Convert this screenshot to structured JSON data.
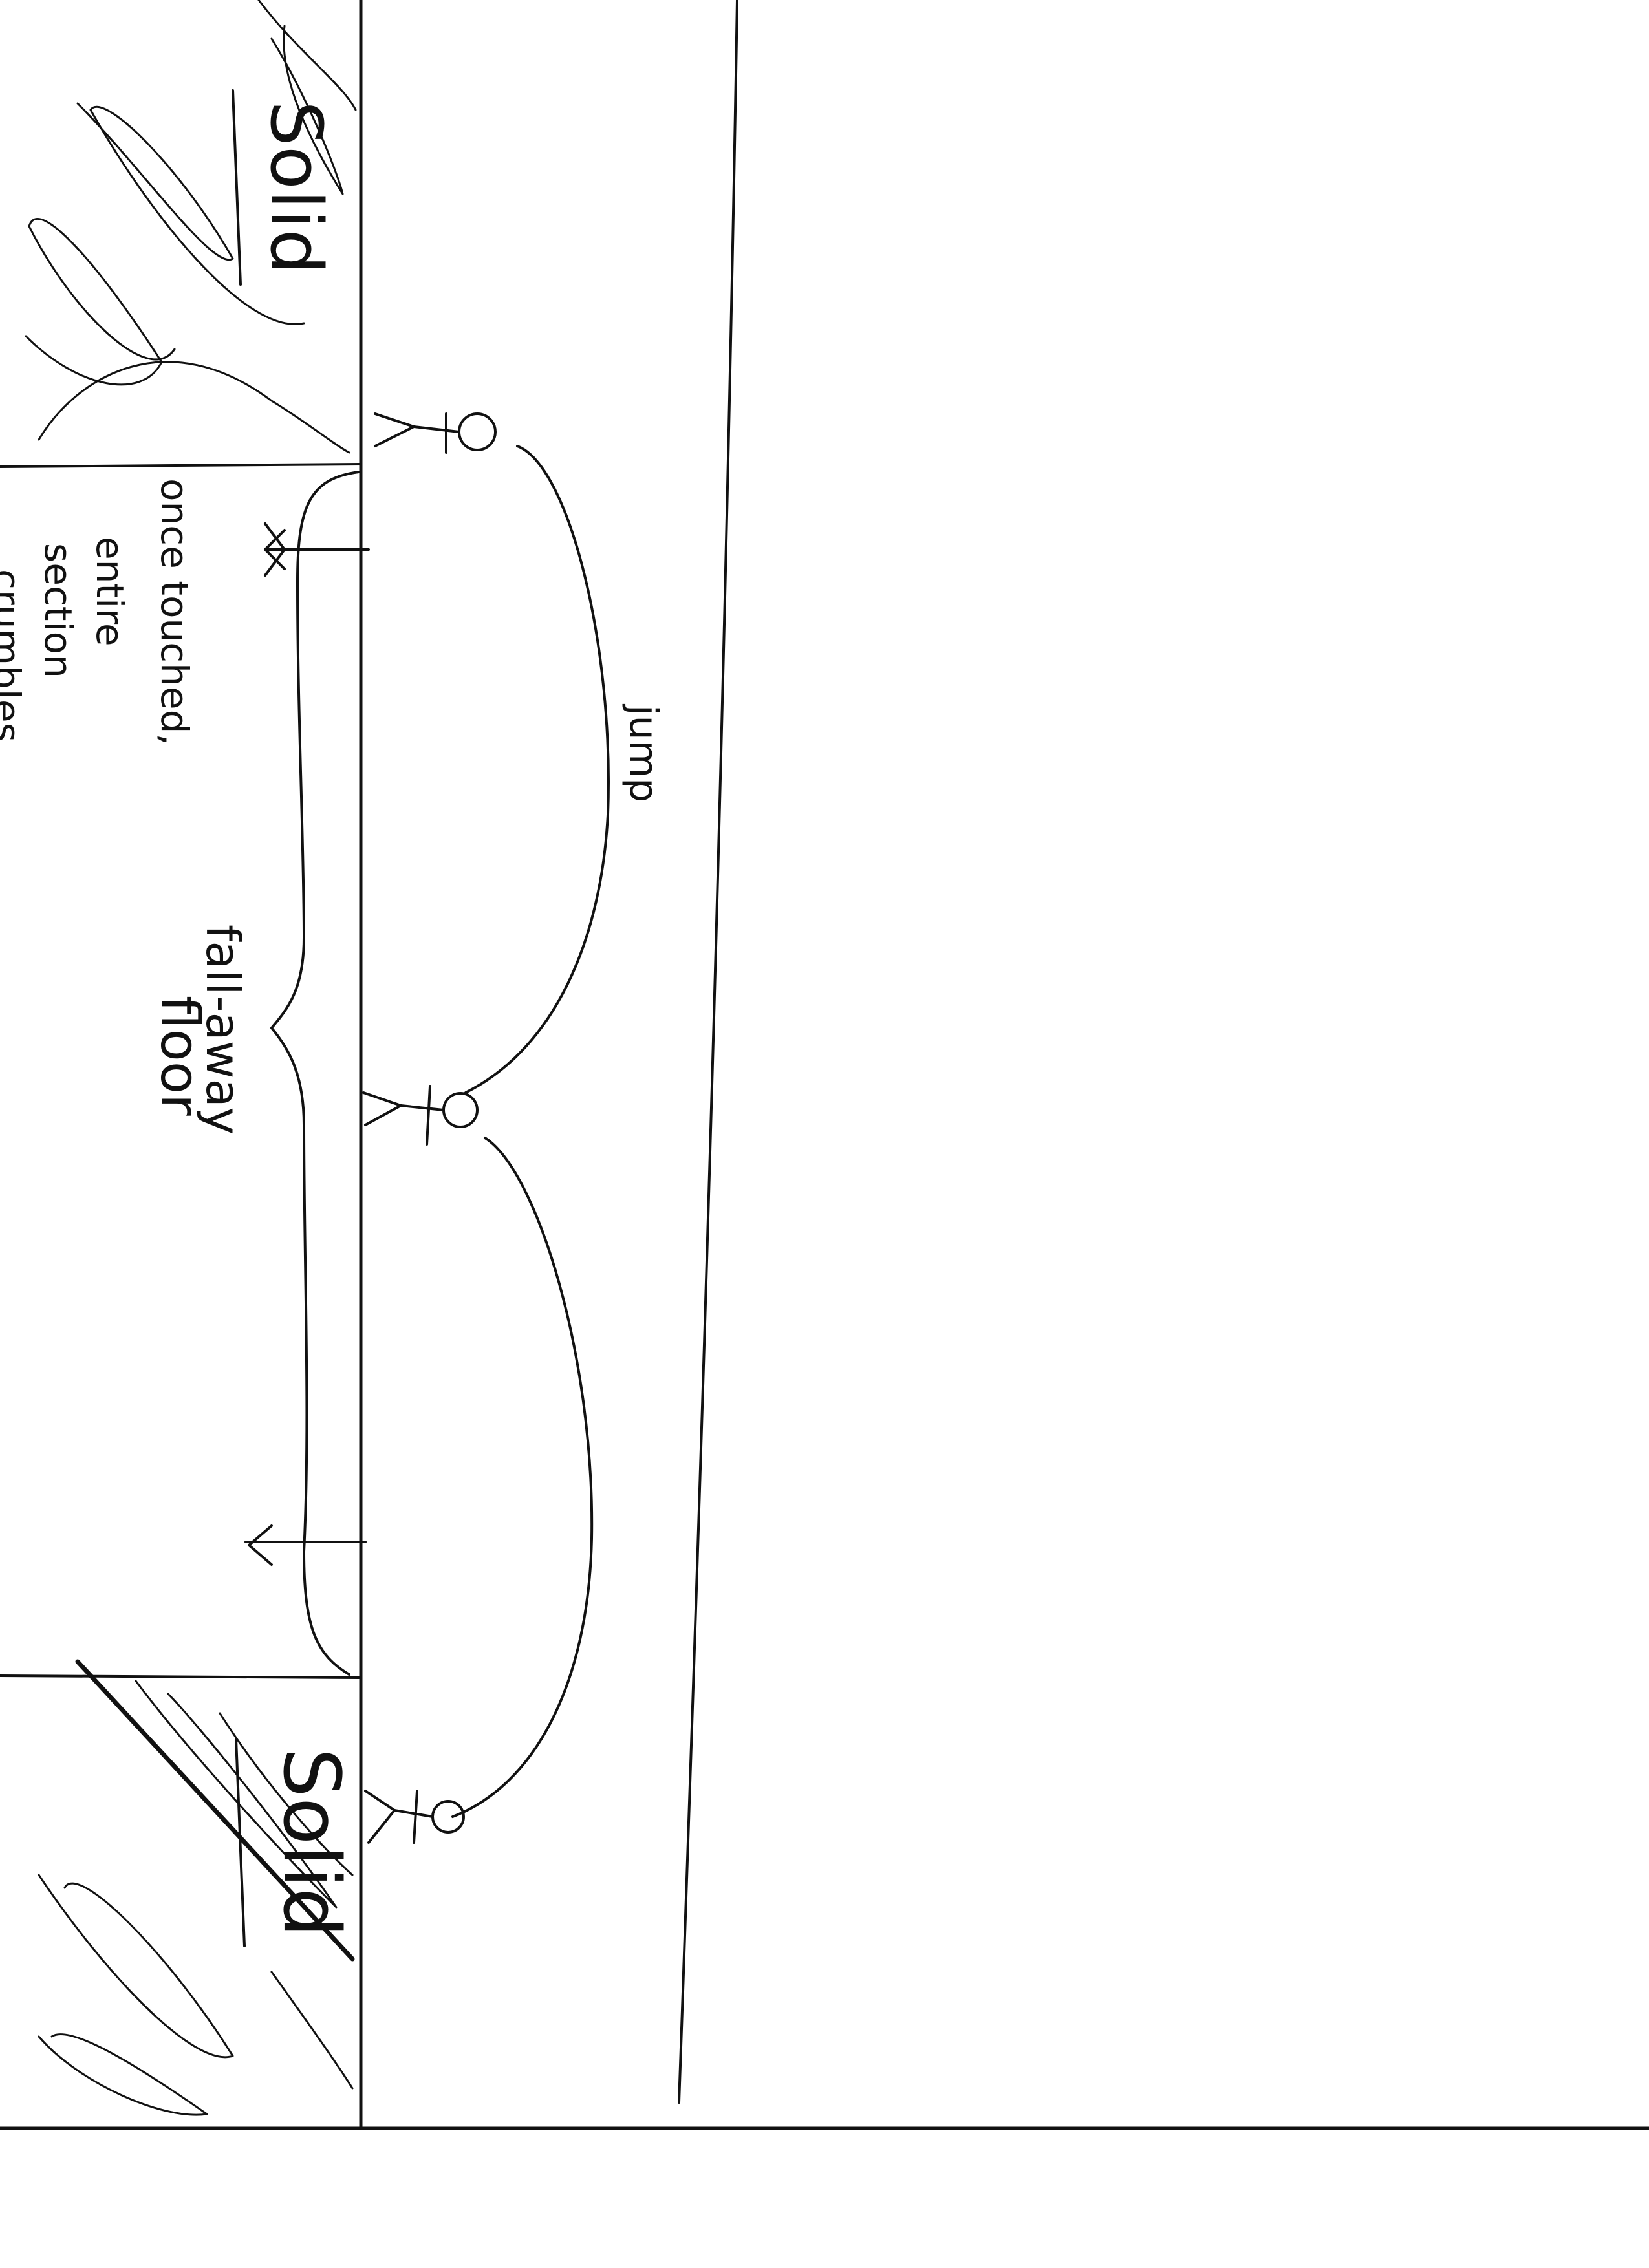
{
  "labels": {
    "solid_top": "Solid",
    "solid_bottom": "Solid",
    "crumble_note_line1": "once touched,",
    "crumble_note_line2": "entire",
    "crumble_note_line3": "section",
    "crumble_note_line4": "crumbles",
    "floor_label_line1": "fall-away",
    "floor_label_line2": "floor",
    "jump_label": "jump"
  },
  "colors": {
    "ink": "#111111",
    "paper": "#ffffff"
  },
  "icons": [
    "stick-figure-icon",
    "down-arrow-icon"
  ]
}
